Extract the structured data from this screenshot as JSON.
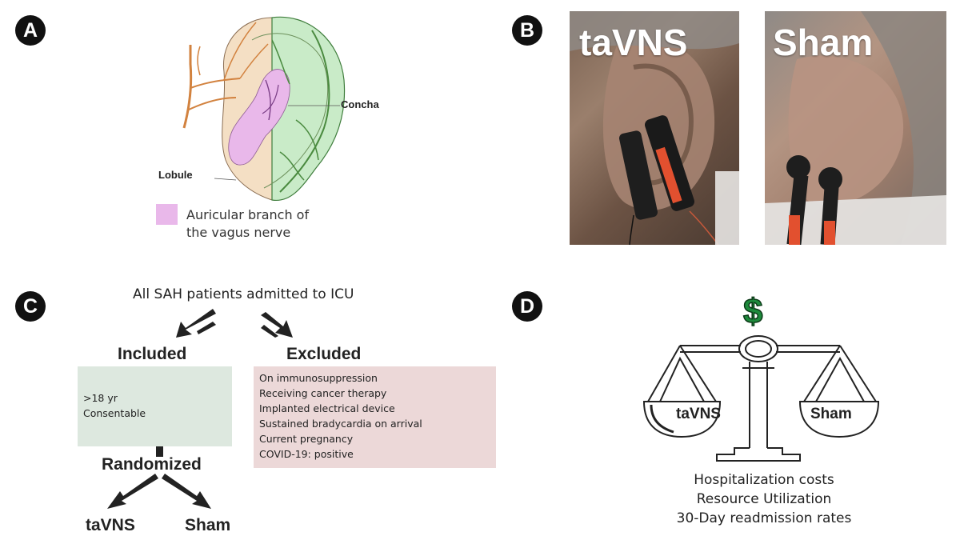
{
  "panels": {
    "a": {
      "badge": "A",
      "concha_label": "Concha",
      "lobule_label": "Lobule",
      "legend_line1": "Auricular branch of",
      "legend_line2": "the vagus nerve",
      "colors": {
        "abvn": "#e9b8ea",
        "green": "#c9ebc8",
        "tan": "#f4dfc4",
        "nerve_orange": "#d2823f"
      }
    },
    "b": {
      "badge": "B",
      "photo_left_title": "taVNS",
      "photo_right_title": "Sham"
    },
    "c": {
      "badge": "C",
      "top_text": "All SAH patients admitted to ICU",
      "included_title": "Included",
      "excluded_title": "Excluded",
      "included_items": [
        ">18 yr",
        "Consentable"
      ],
      "excluded_items": [
        "On immunosuppression",
        "Receiving cancer therapy",
        "Implanted electrical device",
        "Sustained bradycardia on arrival",
        "Current pregnancy",
        "COVID-19: positive"
      ],
      "randomized": "Randomized",
      "arm_left": "taVNS",
      "arm_right": "Sham",
      "colors": {
        "included_box": "#dde8df",
        "excluded_box": "#ecd8d8"
      }
    },
    "d": {
      "badge": "D",
      "dollar": "$",
      "pan_left": "taVNS",
      "pan_right": "Sham",
      "outcomes": [
        "Hospitalization costs",
        "Resource Utilization",
        "30-Day readmission rates"
      ],
      "colors": {
        "dollar": "#1e8a3c"
      }
    }
  }
}
